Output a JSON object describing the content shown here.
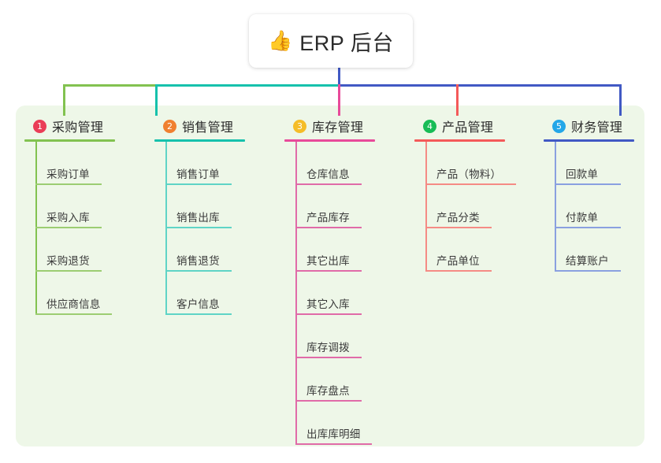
{
  "diagram": {
    "type": "mindmap",
    "title": "ERP 后台",
    "root": {
      "icon": "thumbs-up-icon",
      "emoji": "👍",
      "label": "ERP 后台"
    },
    "panel_color": "#eef7e8",
    "branches": [
      {
        "index": "1",
        "badge": "①",
        "badge_number": "1",
        "badge_color": "#ea3d57",
        "label": "采购管理",
        "line_color": "#82c250",
        "items": [
          {
            "label": "采购订单"
          },
          {
            "label": "采购入库"
          },
          {
            "label": "采购退货"
          },
          {
            "label": "供应商信息"
          }
        ]
      },
      {
        "index": "2",
        "badge": "②",
        "badge_number": "2",
        "badge_color": "#f08030",
        "label": "销售管理",
        "line_color": "#16c1ac",
        "items": [
          {
            "label": "销售订单"
          },
          {
            "label": "销售出库"
          },
          {
            "label": "销售退货"
          },
          {
            "label": "客户信息"
          }
        ]
      },
      {
        "index": "3",
        "badge": "③",
        "badge_number": "3",
        "badge_color": "#f5bd28",
        "label": "库存管理",
        "line_color": "#e84a9a",
        "items": [
          {
            "label": "仓库信息"
          },
          {
            "label": "产品库存"
          },
          {
            "label": "其它出库"
          },
          {
            "label": "其它入库"
          },
          {
            "label": "库存调拨"
          },
          {
            "label": "库存盘点"
          },
          {
            "label": "出库库明细"
          }
        ]
      },
      {
        "index": "4",
        "badge": "④",
        "badge_number": "4",
        "badge_color": "#18bc56",
        "label": "产品管理",
        "line_color": "#f45a5a",
        "items": [
          {
            "label": "产品（物料）"
          },
          {
            "label": "产品分类"
          },
          {
            "label": "产品单位"
          }
        ]
      },
      {
        "index": "5",
        "badge": "⑤",
        "badge_number": "5",
        "badge_color": "#23a7e8",
        "label": "财务管理",
        "line_color": "#4159c4",
        "items": [
          {
            "label": "回款单"
          },
          {
            "label": "付款单"
          },
          {
            "label": "结算账户"
          }
        ]
      }
    ]
  }
}
